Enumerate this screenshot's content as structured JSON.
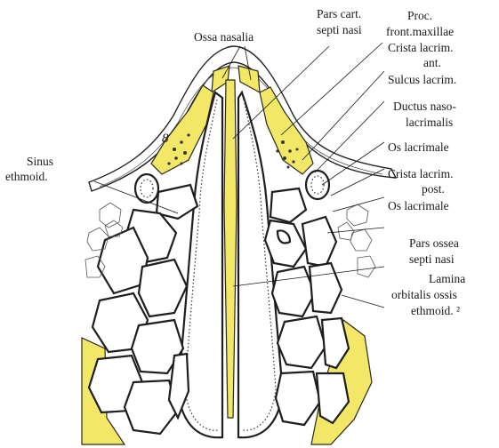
{
  "figure": {
    "labels": {
      "ossa_nasalia": "Ossa nasalia",
      "pars_cart_1": "Pars cart.",
      "pars_cart_2": "septi nasi",
      "proc_1": "Proc.",
      "proc_2": "front.maxillae",
      "crista_ant_1": "Crista lacrim.",
      "crista_ant_2": "ant.",
      "sulcus": "Sulcus lacrim.",
      "ductus_1": "Ductus naso-",
      "ductus_2": "lacrimalis",
      "os_lacrimale_1": "Os lacrimale",
      "crista_post_1": "Crista lacrim.",
      "crista_post_2": "post.",
      "os_lacrimale_2": "Os lacrimale",
      "pars_ossea_1": "Pars ossea",
      "pars_ossea_2": "septi nasi",
      "lamina_1": "Lamina",
      "lamina_2": "orbitalis ossis",
      "lamina_3": "ethmoid. ²",
      "sinus_1": "Sinus",
      "sinus_2": "ethmoid.",
      "handwritten_mark": "8"
    },
    "colors": {
      "bone": "#f2e766",
      "outline": "#1e1e1e",
      "background": "#ffffff"
    }
  }
}
